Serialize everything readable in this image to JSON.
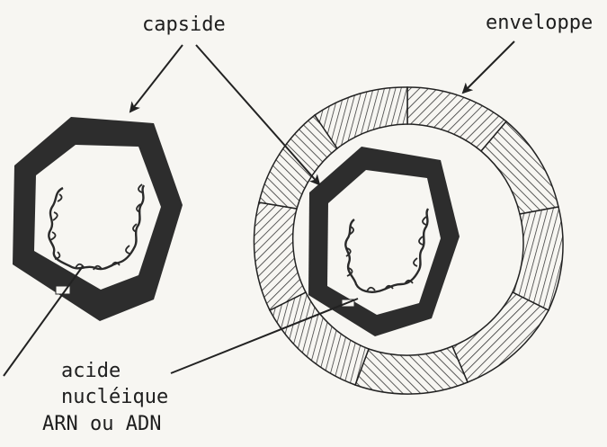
{
  "labels": {
    "capside": "capside",
    "enveloppe": "enveloppe",
    "nucleic_line1": "acide",
    "nucleic_line2": "nucléique",
    "nucleic_line3": "ARN ou ADN"
  },
  "colors": {
    "ink": "#2b2b2b",
    "paper": "#f7f6f2"
  }
}
